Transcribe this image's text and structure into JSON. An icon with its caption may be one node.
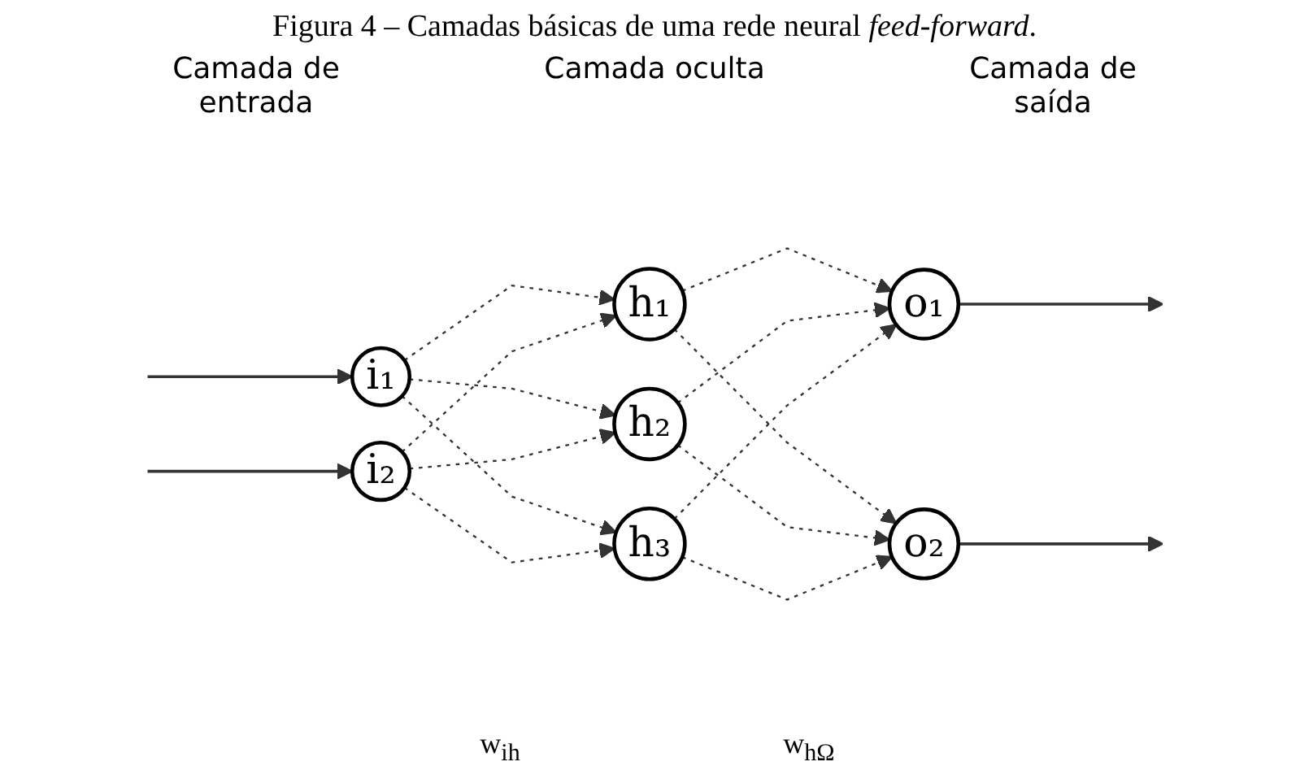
{
  "diagram": {
    "title": "Figura 4 – Camadas básicas de uma rede neural *feed-forward*.",
    "nodes": [
      {
        "text": [
          "i₁"
        ]
      },
      {
        "text": [
          "i₂"
        ]
      },
      {
        "text": [
          "h₁"
        ]
      },
      {
        "text": [
          "h₂"
        ]
      },
      {
        "text": [
          "h₃"
        ]
      },
      {
        "text": [
          "o₁"
        ]
      },
      {
        "text": [
          "o₂"
        ]
      }
    ],
    "edges": [
      {
        "from": null,
        "to": 0,
        "arrow": "to"
      },
      {
        "from": null,
        "to": 1,
        "arrow": "to"
      },
      {
        "from": 0,
        "to": 2,
        "arrow": "to",
        "style": "dashed"
      },
      {
        "from": 0,
        "to": 3,
        "arrow": "to",
        "style": "dashed"
      },
      {
        "from": 0,
        "to": 4,
        "arrow": "to",
        "style": "dashed"
      },
      {
        "from": 1,
        "to": 2,
        "arrow": "to",
        "style": "dashed"
      },
      {
        "from": 1,
        "to": 3,
        "arrow": "to",
        "style": "dashed"
      },
      {
        "from": 1,
        "to": 4,
        "arrow": "to",
        "style": "dashed"
      },
      {
        "from": 2,
        "to": 5,
        "arrow": "to",
        "style": "dashed"
      },
      {
        "from": 2,
        "to": 6,
        "arrow": "to",
        "style": "dashed"
      },
      {
        "from": 3,
        "to": 5,
        "arrow": "to",
        "style": "dashed"
      },
      {
        "from": 3,
        "to": 6,
        "arrow": "to",
        "style": "dashed"
      },
      {
        "from": 4,
        "to": 5,
        "arrow": "to",
        "style": "dashed"
      },
      {
        "from": 4,
        "to": 6,
        "arrow": "to",
        "style": "dashed"
      },
      {
        "from": 5,
        "to": null,
        "arrow": "to"
      },
      {
        "from": 6,
        "to": null,
        "arrow": "to"
      }
    ],
    "labels": [
      "Camada de entrada",
      "Camada oculta",
      "Camada de saída",
      "w$_{ih}$",
      "w$_{hΩ}$"
    ]
  }
}
